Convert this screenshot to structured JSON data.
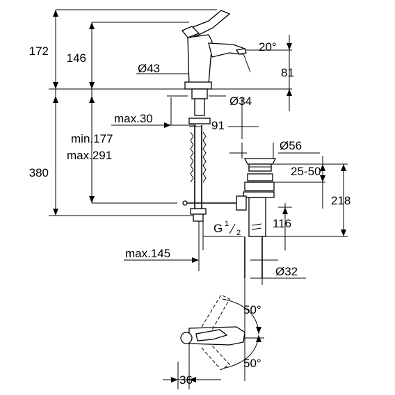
{
  "dimensions": {
    "height_total": "172",
    "height_spout": "146",
    "angle_spout": "20°",
    "body_diameter": "Ø43",
    "spout_reach": "81",
    "hole_diameter": "Ø34",
    "deck_max": "max.30",
    "pipe_length": "91",
    "waste_diameter": "Ø56",
    "tail_min": "min.177",
    "tail_max": "max.291",
    "overall_height": "380",
    "waste_adjust": "25-50",
    "waste_height": "218",
    "thread_g": "G",
    "thread_num": "1",
    "thread_den": "2",
    "trap_length": "116",
    "max_reach": "max.145",
    "tail_diameter": "Ø32",
    "angle_top": "50°",
    "angle_bottom": "50°",
    "handle_offset": "36"
  }
}
